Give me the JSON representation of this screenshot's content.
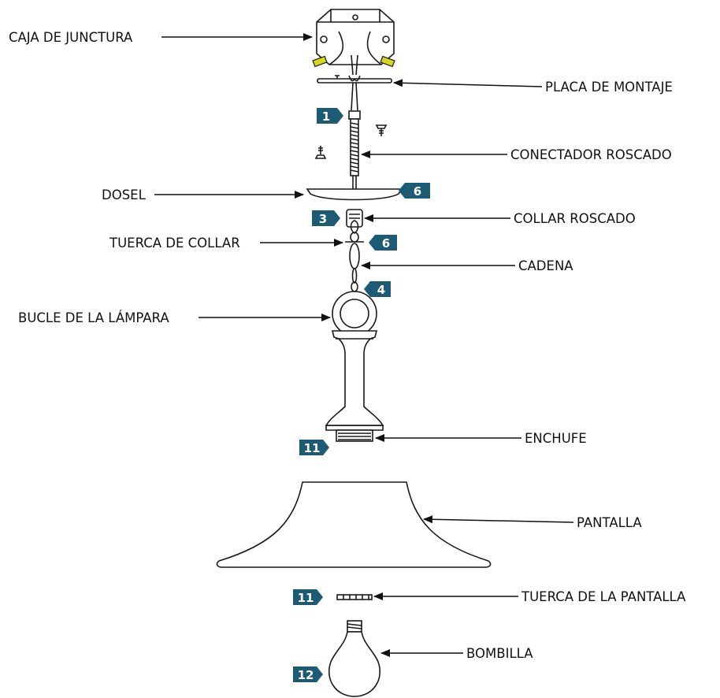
{
  "labels": {
    "junction_box": "CAJA DE JUNCTURA",
    "mounting_plate": "PLACA DE MONTAJE",
    "threaded_connector": "CONECTADOR ROSCADO",
    "canopy": "DOSEL",
    "threaded_collar": "COLLAR ROSCADO",
    "collar_nut": "TUERCA DE COLLAR",
    "chain": "CADENA",
    "lamp_loop": "BUCLE DE LA LÁMPARA",
    "socket": "ENCHUFE",
    "shade": "PANTALLA",
    "shade_nut": "TUERCA DE LA PANTALLA",
    "bulb": "BOMBILLA"
  },
  "steps": {
    "connector": "1",
    "canopy": "6",
    "collar": "3",
    "collar_nut": "6",
    "chain": "4",
    "socket": "11",
    "shade_nut": "11",
    "bulb": "12"
  },
  "colors": {
    "badge": "#1d5a73",
    "ink": "#1a1a1a"
  }
}
